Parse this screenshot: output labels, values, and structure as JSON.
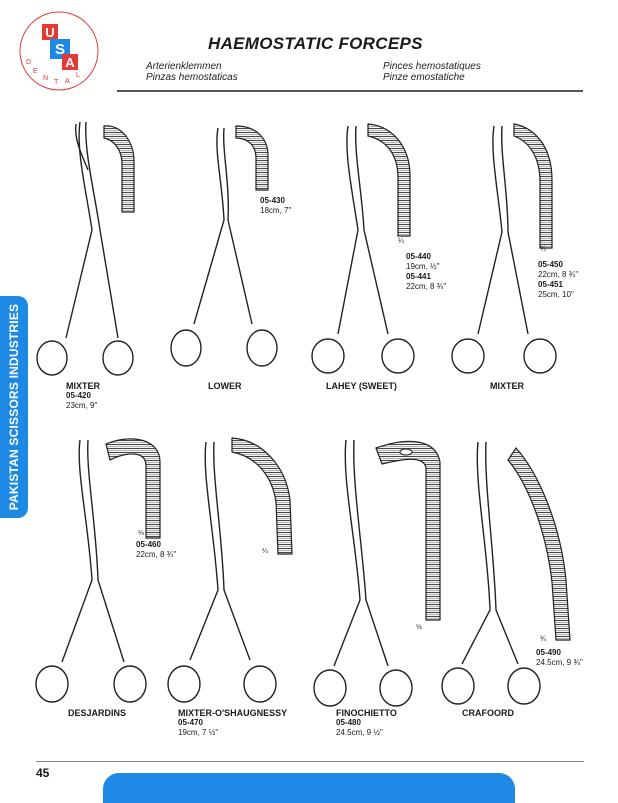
{
  "logo": {
    "letters": [
      "U",
      "S",
      "A"
    ],
    "ring_text": "DENTAL",
    "color_red": "#e53935",
    "color_blue": "#1e88e5"
  },
  "header": {
    "title": "HAEMOSTATIC FORCEPS",
    "subtitles": [
      "Arterienklemmen",
      "Pinzas hemostaticas",
      "Pinces hemostatiques",
      "Pinze emostatiche"
    ]
  },
  "side_tab": {
    "text": "PAKISTAN SCISSORS INDUSTRIES",
    "color": "#1e88e5"
  },
  "products": [
    {
      "name": "MIXTER",
      "code": "05-420",
      "size": "23cm, 9\""
    },
    {
      "name": "LOWER",
      "code": "05-430",
      "size": "18cm, 7\""
    },
    {
      "name": "LAHEY (SWEET)",
      "code": "05-440",
      "size": "19cm, ½\"",
      "code2": "05-441",
      "size2": "22cm, 8 ¾\"",
      "frac": "¼"
    },
    {
      "name": "MIXTER",
      "code": "05-450",
      "size": "22cm, 8 ¾\"",
      "code2": "05-451",
      "size2": "25cm, 10\"",
      "frac": "¾"
    },
    {
      "name": "DESJARDINS",
      "code": "05-460",
      "size": "22cm, 8 ¾\"",
      "frac": "⅓"
    },
    {
      "name": "MIXTER-O'SHAUGNESSY",
      "code": "05-470",
      "size": "19cm, 7 ½\"",
      "frac": "¼"
    },
    {
      "name": "FINOCHIETTO",
      "code": "05-480",
      "size": "24.5cm, 9 ½\"",
      "frac": "½"
    },
    {
      "name": "CRAFOORD",
      "code": "05-490",
      "size": "24.5cm, 9 ¾\"",
      "frac": "¾"
    }
  ],
  "footer": {
    "page_number": "45",
    "bar_color": "#1e88e5"
  }
}
